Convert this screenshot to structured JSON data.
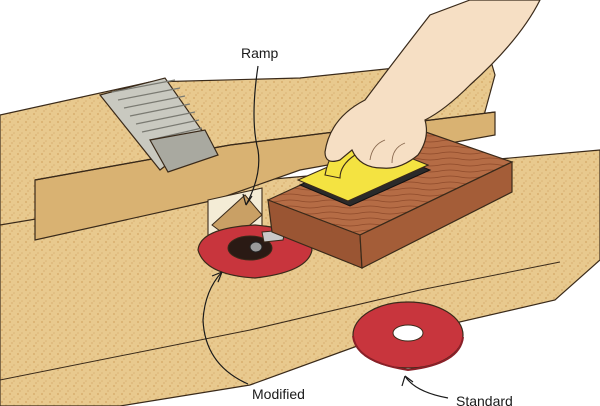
{
  "illustration": {
    "subject": "router-table-zero-clearance-insert",
    "labels": {
      "ramp": "Ramp",
      "modified": "Modified",
      "standard": "Standard"
    },
    "colors": {
      "mdf": "#e8c98e",
      "mdf_dark": "#c99a55",
      "insert_red": "#c8353d",
      "push_block_yellow": "#f4e341",
      "workpiece_wood": "#b56c45",
      "hose_gray": "#bdbdb5",
      "outline": "#3a2a1a"
    }
  }
}
